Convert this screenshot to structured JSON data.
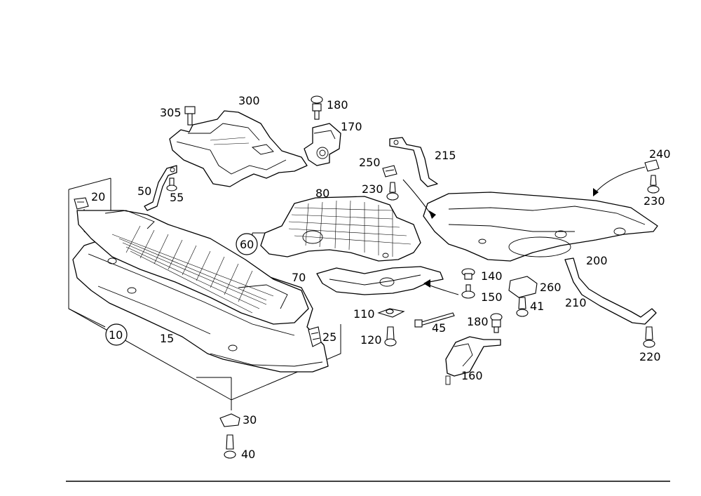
{
  "callouts": {
    "c10": "10",
    "c15": "15",
    "c20": "20",
    "c25": "25",
    "c30": "30",
    "c40": "40",
    "c41": "41",
    "c45": "45",
    "c50": "50",
    "c55": "55",
    "c60": "60",
    "c70": "70",
    "c80": "80",
    "c110": "110",
    "c120": "120",
    "c140": "140",
    "c150": "150",
    "c160": "160",
    "c170": "170",
    "c180a": "180",
    "c180b": "180",
    "c200": "200",
    "c210": "210",
    "c215": "215",
    "c220": "220",
    "c230a": "230",
    "c230b": "230",
    "c240": "240",
    "c250": "250",
    "c260": "260",
    "c300": "300",
    "c305": "305"
  }
}
